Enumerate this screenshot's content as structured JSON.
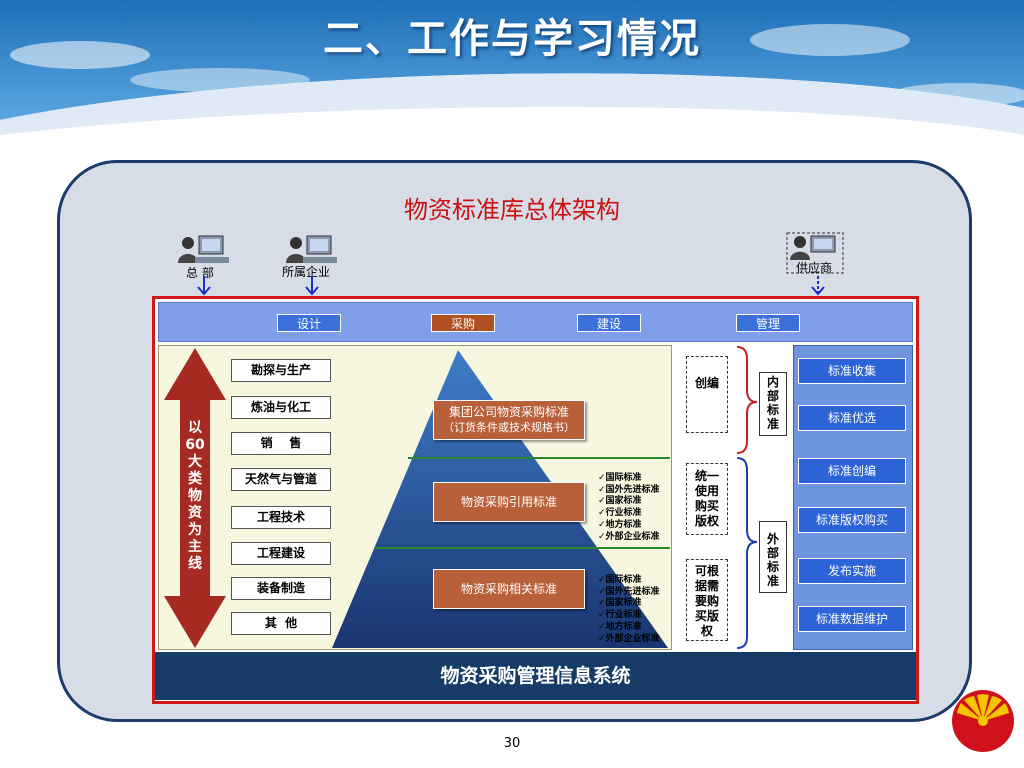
{
  "slide": {
    "title": "二、工作与学习情况",
    "page_number": "30"
  },
  "diagram": {
    "title": "物资标准库总体架构",
    "actors": [
      {
        "label": "总  部",
        "icon": "computer-user-icon"
      },
      {
        "label": "所属企业",
        "icon": "computer-user-icon"
      },
      {
        "label": "供应商",
        "icon": "computer-user-icon"
      }
    ],
    "tabs": [
      "设计",
      "采购",
      "建设",
      "管理"
    ],
    "main_axis_label": "以60大类物资为主线",
    "categories": [
      "勘探与生产",
      "炼油与化工",
      "销    售",
      "天然气与管道",
      "工程技术",
      "工程建设",
      "装备制造",
      "其  他"
    ],
    "pyramid": {
      "top": [
        "集团公司物资采购标准",
        "（订货条件或技术规格书）"
      ],
      "middle": "物资采购引用标准",
      "bottom": "物资采购相关标准"
    },
    "standard_list_middle": [
      "✓国际标准",
      "✓国外先进标准",
      "✓国家标准",
      "✓行业标准",
      "✓地方标准",
      "✓外部企业标准"
    ],
    "standard_list_bottom": [
      "✓国际标准",
      "✓国外先进标准",
      "✓国家标准",
      "✓行业标准",
      "✓地方标准",
      "✓外部企业标准"
    ],
    "dashed_boxes": [
      "创编",
      "统一使用购买版权",
      "可根据需要购买版权"
    ],
    "internal_label": "内部标准",
    "external_label": "外部标准",
    "right_actions": [
      "标准收集",
      "标准优选",
      "标准创编",
      "标准版权购买",
      "发布实施",
      "标准数据维护"
    ],
    "bottom_system": "物资采购管理信息系统"
  },
  "colors": {
    "title_red": "#cc1010",
    "tab_blue": "#3a70d8",
    "tab_brown": "#b05020",
    "dark_navy": "#163b66",
    "arrow_red": "#a52a22",
    "pyramid_navy": "#1b3f7a"
  }
}
